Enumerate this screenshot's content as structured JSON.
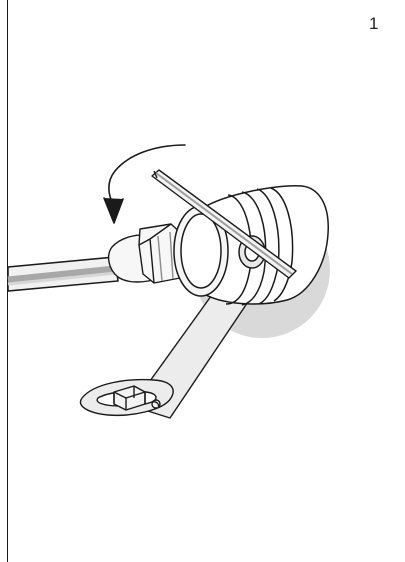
{
  "page": {
    "number": "1"
  },
  "illustration": {
    "subject": "connector-bracket-tightening",
    "icon": "curved-rotation-arrow",
    "colors": {
      "line": "#1a1a1a",
      "highlight": "#d9d9d9",
      "body_fill": "#ffffff",
      "metal_fill": "#e8e8e8",
      "shadow_fill": "#cfcfcf"
    }
  }
}
